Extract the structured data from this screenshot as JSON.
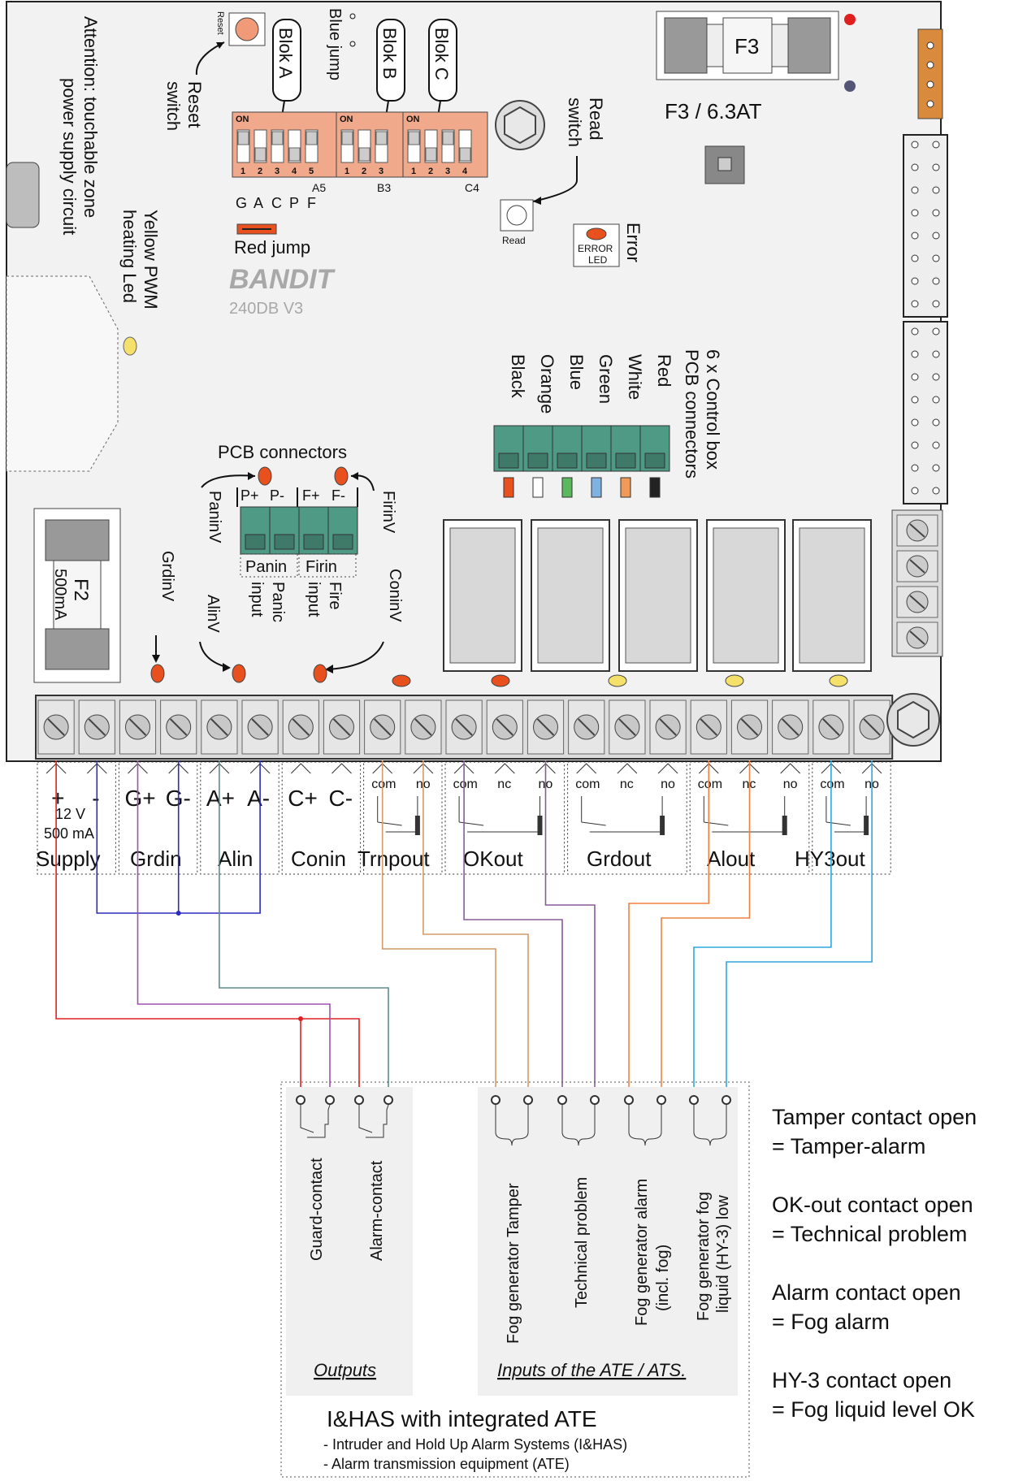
{
  "board": {
    "attention_line1": "Attention: touchable zone",
    "attention_line2": "power supply circuit",
    "pwm_line1": "Yellow PWM",
    "pwm_line2": "heating Led",
    "reset_small": "Reset",
    "reset_line1": "Reset",
    "reset_line2": "switch",
    "blue_jump": "Blue jump",
    "blok_a": "Blok A",
    "blok_b": "Blok B",
    "blok_c": "Blok C",
    "dip_on": "ON",
    "dip_numbers_5": [
      "1",
      "2",
      "3",
      "4",
      "5"
    ],
    "dip_numbers_4": [
      "1",
      "2",
      "3",
      "4"
    ],
    "dip_a_label": "A5",
    "dip_b_label": "B3",
    "dip_c_label": "C4",
    "dip_a_letters": [
      "G",
      "A",
      "C",
      "P",
      "F"
    ],
    "red_jump": "Red jump",
    "brand": "BANDIT",
    "model": "240DB V3",
    "read_line1": "Read",
    "read_line2": "switch",
    "read_small": "Read",
    "error_led_line1": "ERROR",
    "error_led_line2": "LED",
    "error": "Error",
    "fuse_f3": "F3",
    "fuse_f3_rating": "F3 /  6.3AT",
    "fuse_f2": "F2",
    "fuse_f2_rating": "500mA",
    "pcb_connectors": "PCB connectors",
    "pcb_terminals": [
      "P+",
      "P-",
      "F+",
      "F-"
    ],
    "panin": "Panin",
    "firin": "Firin",
    "panic_input_line1": "Panic",
    "panic_input_line2": "input",
    "fire_input_line1": "Fire",
    "fire_input_line2": "input",
    "paninv": "PaninV",
    "firinv": "FirinV",
    "grdinv": "GrdinV",
    "alinv": "AlinV",
    "coninv": "ConinV",
    "control_box_line1": "6 x Control box",
    "control_box_line2": "PCB connectors",
    "control_box_colors": [
      "Red",
      "White",
      "Green",
      "Blue",
      "Orange",
      "Black"
    ]
  },
  "terminals": {
    "top_labels": [
      "+",
      "-",
      "G+",
      "G-",
      "A+",
      "A-",
      "C+",
      "C-"
    ],
    "relay_labels": [
      "com",
      "no",
      "com",
      "nc",
      "no",
      "com",
      "nc",
      "no",
      "com",
      "nc",
      "no",
      "com",
      "no"
    ],
    "supply_line1": "12 V",
    "supply_line2": "500 mA",
    "groups": [
      "Supply",
      "Grdin",
      "Alin",
      "Conin",
      "Trnpout",
      "OKout",
      "Grdout",
      "Alout",
      "HY3out"
    ]
  },
  "external": {
    "guard_contact": "Guard-contact",
    "alarm_contact": "Alarm-contact",
    "fog_tamper": "Fog generator Tamper",
    "technical_problem": "Technical problem",
    "fog_alarm_line1": "Fog generator alarm",
    "fog_alarm_line2": "(incl. fog)",
    "fog_low_line1": "Fog generator fog",
    "fog_low_line2": "liquid (HY-3) low",
    "outputs": "Outputs",
    "inputs": "Inputs of the ATE / ATS.",
    "ihas_title": "I&HAS with integrated ATE",
    "ihas_line1": "- Intruder and Hold Up Alarm Systems (I&HAS)",
    "ihas_line2": "- Alarm transmission equipment (ATE)"
  },
  "notes": [
    {
      "line1": "Tamper contact open",
      "line2": "= Tamper-alarm"
    },
    {
      "line1": "OK-out contact open",
      "line2": "= Technical problem"
    },
    {
      "line1": "Alarm contact open",
      "line2": "= Fog alarm"
    },
    {
      "line1": "HY-3 contact open",
      "line2": "= Fog liquid level OK"
    }
  ],
  "colors": {
    "board": "#f2f2f2",
    "dip": "#f0a98a",
    "led_red": "#e8501e",
    "led_yellow": "#f5e06a",
    "connector_green": "#4f9a84",
    "wire_red": "#e02020",
    "wire_blue": "#2b2bbf",
    "wire_purple": "#a050b0",
    "wire_grey": "#5d8c8c",
    "wire_tan": "#d49a6a",
    "wire_violet": "#8a5a9a",
    "wire_orange": "#f08040",
    "wire_cyan": "#2ba8e0"
  }
}
